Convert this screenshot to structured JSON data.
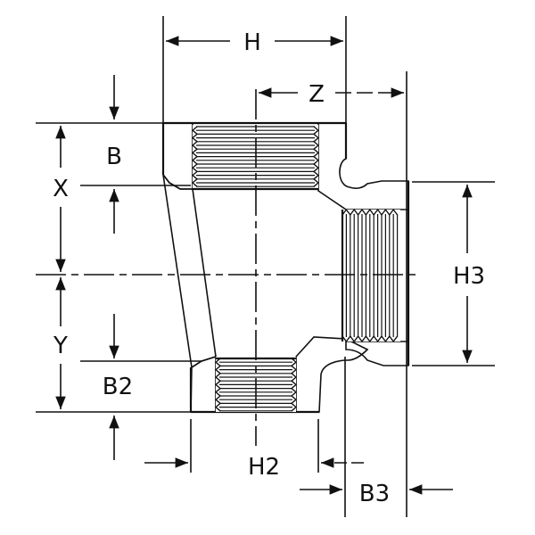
{
  "labels": {
    "H": "H",
    "Z": "Z",
    "B": "B",
    "X": "X",
    "Y": "Y",
    "H3": "H3",
    "B2": "B2",
    "H2": "H2",
    "B3": "B3"
  },
  "colors": {
    "ink": "#111111",
    "paper": "#ffffff"
  }
}
